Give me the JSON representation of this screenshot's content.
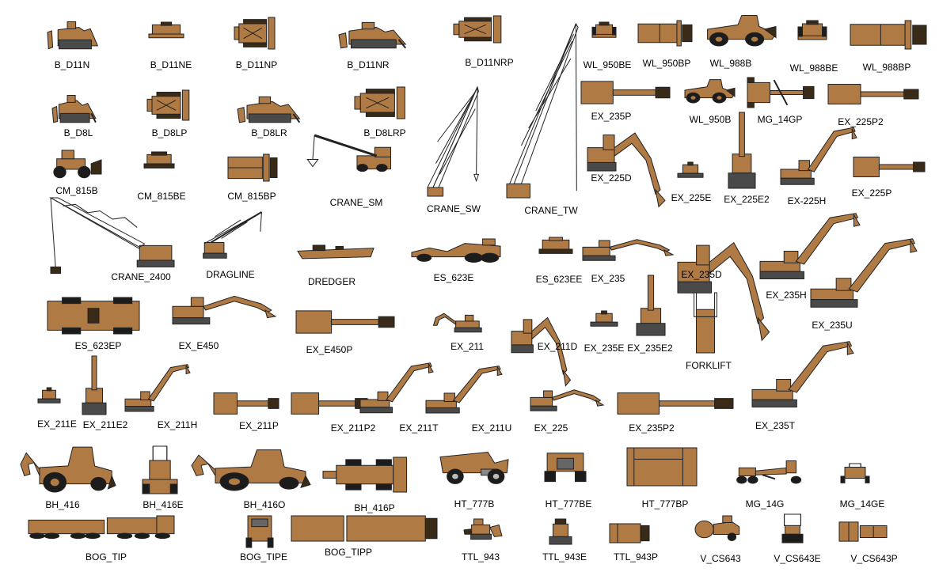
{
  "colors": {
    "body": "#b07a45",
    "dark": "#3a2a18",
    "tire": "#1c1c1c",
    "track": "#4a4a4a",
    "boom": "#b07a45",
    "line": "#222222"
  },
  "items": [
    {
      "id": "B_D11N",
      "label": "B_D11N",
      "kind": "dozer_side"
    },
    {
      "id": "B_D11NE",
      "label": "B_D11NE",
      "kind": "dozer_front"
    },
    {
      "id": "B_D11NP",
      "label": "B_D11NP",
      "kind": "dozer_plan"
    },
    {
      "id": "B_D11NR",
      "label": "B_D11NR",
      "kind": "dozer_ripper"
    },
    {
      "id": "B_D11NRP",
      "label": "B_D11NRP",
      "kind": "dozer_plan"
    },
    {
      "id": "WL_950BE",
      "label": "WL_950BE",
      "kind": "loader_front"
    },
    {
      "id": "WL_950BP",
      "label": "WL_950BP",
      "kind": "loader_plan"
    },
    {
      "id": "WL_988B",
      "label": "WL_988B",
      "kind": "loader_side"
    },
    {
      "id": "WL_988BE",
      "label": "WL_988BE",
      "kind": "loader_front"
    },
    {
      "id": "WL_988BP",
      "label": "WL_988BP",
      "kind": "loader_plan"
    },
    {
      "id": "B_D8L",
      "label": "B_D8L",
      "kind": "dozer_ripper"
    },
    {
      "id": "B_D8LP",
      "label": "B_D8LP",
      "kind": "dozer_plan"
    },
    {
      "id": "B_D8LR",
      "label": "B_D8LR",
      "kind": "dozer_ripper"
    },
    {
      "id": "B_D8LRP",
      "label": "B_D8LRP",
      "kind": "dozer_plan"
    },
    {
      "id": "EX_235P",
      "label": "EX_235P",
      "kind": "ex_plan"
    },
    {
      "id": "WL_950B",
      "label": "WL_950B",
      "kind": "loader_side"
    },
    {
      "id": "MG_14GP",
      "label": "MG_14GP",
      "kind": "grader_plan"
    },
    {
      "id": "EX_225P2",
      "label": "EX_225P2",
      "kind": "ex_plan"
    },
    {
      "id": "CM_815B",
      "label": "CM_815B",
      "kind": "compactor_side"
    },
    {
      "id": "CM_815BE",
      "label": "CM_815BE",
      "kind": "compactor_front"
    },
    {
      "id": "CM_815BP",
      "label": "CM_815BP",
      "kind": "compactor_plan"
    },
    {
      "id": "CRANE_SM",
      "label": "CRANE_SM",
      "kind": "crane_sm"
    },
    {
      "id": "CRANE_SW",
      "label": "CRANE_SW",
      "kind": "crane_sw"
    },
    {
      "id": "CRANE_TW",
      "label": "CRANE_TW",
      "kind": "crane_tw"
    },
    {
      "id": "EX_225D",
      "label": "EX_225D",
      "kind": "ex_dig"
    },
    {
      "id": "EX_225E",
      "label": "EX_225E",
      "kind": "ex_front"
    },
    {
      "id": "EX_225E2",
      "label": "EX_225E2",
      "kind": "ex_front_up"
    },
    {
      "id": "EX-225H",
      "label": "EX-225H",
      "kind": "ex_high"
    },
    {
      "id": "EX_225P",
      "label": "EX_225P",
      "kind": "ex_plan"
    },
    {
      "id": "CRANE_2400",
      "label": "CRANE_2400",
      "kind": "crane_2400"
    },
    {
      "id": "DRAGLINE",
      "label": "DRAGLINE",
      "kind": "dragline"
    },
    {
      "id": "DREDGER",
      "label": "DREDGER",
      "kind": "dredger"
    },
    {
      "id": "ES_623E",
      "label": "ES_623E",
      "kind": "scraper_side"
    },
    {
      "id": "ES_623EE",
      "label": "ES_623EE",
      "kind": "scraper_front"
    },
    {
      "id": "EX_235",
      "label": "EX_235",
      "kind": "ex_reach"
    },
    {
      "id": "EX_235D",
      "label": "EX_235D",
      "kind": "ex_dig"
    },
    {
      "id": "EX_235H",
      "label": "EX_235H",
      "kind": "ex_high"
    },
    {
      "id": "EX_235U",
      "label": "EX_235U",
      "kind": "ex_high"
    },
    {
      "id": "ES_623EP",
      "label": "ES_623EP",
      "kind": "scraper_plan"
    },
    {
      "id": "EX_E450",
      "label": "EX_E450",
      "kind": "ex_reach"
    },
    {
      "id": "EX_E450P",
      "label": "EX_E450P",
      "kind": "ex_plan"
    },
    {
      "id": "EX_211",
      "label": "EX_211",
      "kind": "ex_small"
    },
    {
      "id": "EX_211D",
      "label": "EX_211D",
      "kind": "ex_dig"
    },
    {
      "id": "EX_235E",
      "label": "EX_235E",
      "kind": "ex_front"
    },
    {
      "id": "EX_235E2",
      "label": "EX_235E2",
      "kind": "ex_front_up"
    },
    {
      "id": "FORKLIFT",
      "label": "FORKLIFT",
      "kind": "forklift"
    },
    {
      "id": "EX_211E",
      "label": "EX_211E",
      "kind": "ex_front"
    },
    {
      "id": "EX_211E2",
      "label": "EX_211E2",
      "kind": "ex_front_up"
    },
    {
      "id": "EX_211H",
      "label": "EX_211H",
      "kind": "ex_high"
    },
    {
      "id": "EX_211P",
      "label": "EX_211P",
      "kind": "ex_plan"
    },
    {
      "id": "EX_211P2",
      "label": "EX_211P2",
      "kind": "ex_plan"
    },
    {
      "id": "EX_211T",
      "label": "EX_211T",
      "kind": "ex_high"
    },
    {
      "id": "EX_211U",
      "label": "EX_211U",
      "kind": "ex_high"
    },
    {
      "id": "EX_225",
      "label": "EX_225",
      "kind": "ex_reach"
    },
    {
      "id": "EX_235P2",
      "label": "EX_235P2",
      "kind": "ex_plan"
    },
    {
      "id": "EX_235T",
      "label": "EX_235T",
      "kind": "ex_high"
    },
    {
      "id": "BH_416",
      "label": "BH_416",
      "kind": "backhoe_side"
    },
    {
      "id": "BH_416E",
      "label": "BH_416E",
      "kind": "backhoe_front"
    },
    {
      "id": "BH_416O",
      "label": "BH_416O",
      "kind": "backhoe_side"
    },
    {
      "id": "BH_416P",
      "label": "BH_416P",
      "kind": "backhoe_plan"
    },
    {
      "id": "HT_777B",
      "label": "HT_777B",
      "kind": "truck_side"
    },
    {
      "id": "HT_777BE",
      "label": "HT_777BE",
      "kind": "truck_front"
    },
    {
      "id": "HT_777BP",
      "label": "HT_777BP",
      "kind": "truck_plan"
    },
    {
      "id": "MG_14G",
      "label": "MG_14G",
      "kind": "grader_side"
    },
    {
      "id": "MG_14GE",
      "label": "MG_14GE",
      "kind": "grader_front"
    },
    {
      "id": "BOG_TIP",
      "label": "BOG_TIP",
      "kind": "tipper_side"
    },
    {
      "id": "BOG_TIPE",
      "label": "BOG_TIPE",
      "kind": "tipper_front"
    },
    {
      "id": "BOG_TIPP",
      "label": "BOG_TIPP",
      "kind": "tipper_plan"
    },
    {
      "id": "TTL_943",
      "label": "TTL_943",
      "kind": "ttl_side"
    },
    {
      "id": "TTL_943E",
      "label": "TTL_943E",
      "kind": "ttl_front"
    },
    {
      "id": "TTL_943P",
      "label": "TTL_943P",
      "kind": "ttl_plan"
    },
    {
      "id": "V_CS643",
      "label": "V_CS643",
      "kind": "roller_side"
    },
    {
      "id": "V_CS643E",
      "label": "V_CS643E",
      "kind": "roller_front"
    },
    {
      "id": "V_CS643P",
      "label": "V_CS643P",
      "kind": "roller_plan"
    }
  ]
}
